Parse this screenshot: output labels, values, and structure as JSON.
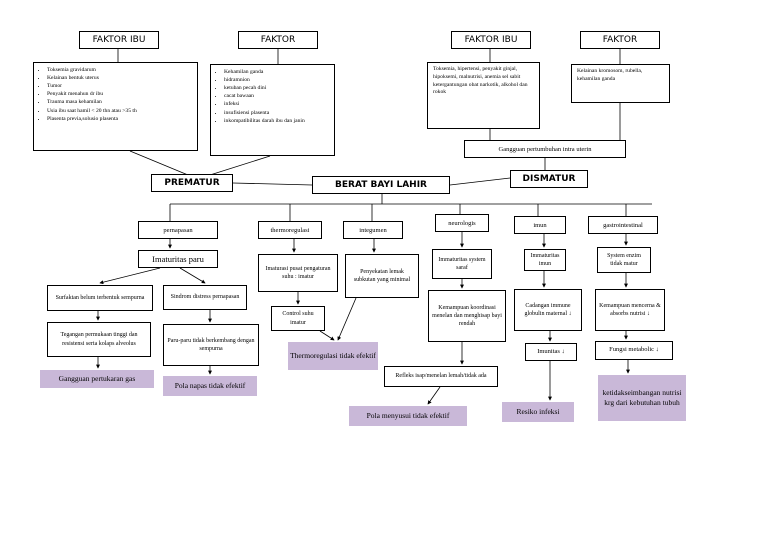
{
  "top": {
    "f1": "FAKTOR IBU",
    "f2": "FAKTOR",
    "f3": "FAKTOR IBU",
    "f4": "FAKTOR"
  },
  "list1": [
    "Toksemia gravidarum",
    "Kelainan bentuk uterus",
    "Tumor",
    "Penyakit menahun dr ibu",
    "Trauma masa kehamilan",
    "Usia ibu saat hamil < 20 thn atau >35 th",
    "Plasenta previa,solusio plasenta"
  ],
  "list2": [
    "Kehamilan ganda",
    "hidramnion",
    "ketuban pecah dini",
    "cacat bawaan",
    "infeksi",
    "insufisiensi plasenta",
    "inkompatibilitas darah ibu dan janin"
  ],
  "list3": "Toksemia, hipertensi, penyakit ginjal, hipoksemi, malnutrisi, anemia sel sabit ketergantungan obat narkotik, alkohol dan rokok",
  "list4": "Kelainan kromosom, rubella, kehamilan ganda",
  "gangguan": "Gangguan pertumbuhan intra uterin",
  "prematur": "PREMATUR",
  "center": "BERAT BAYI LAHIR",
  "dismatur": "DISMATUR",
  "cats": {
    "c1": "pernapasan",
    "c2": "thermoregulasi",
    "c3": "integumen",
    "c4": "neurologis",
    "c5": "imun",
    "c6": "gastrointestinal"
  },
  "nodes": {
    "imaturitas": "Imaturitas paru",
    "surfaktan": "Surfaktan belum terbentuk sempurna",
    "tegangan": "Tegangan permukaan tinggi dan resistensi serta kolaps alveolus",
    "sindrom": "Sindrom distress pernapasan",
    "paru": "Paru-paru tidak berkembang dengan sempurna",
    "imaturpusat": "Imaturasi pusat pengaturan suhu : imatur",
    "kontrol": "Control suhu imatur",
    "penyekatan": "Penyekatan lemak subkutan yang minimal",
    "imatursaraf": "Immaturitas system saraf",
    "kemampuan1": "Kemampuan koordinasi menelan dan menghisap bayi rendah",
    "imaturimun": "Immaturitas imun",
    "cadangan": "Cadangan immune globulin maternal ↓",
    "imunitas": "Imunitas ↓",
    "enzim": "System enzim tidak matur",
    "kemampuan2": "Kemampuan mencerna & absorbs nutrisi ↓",
    "fungsi": "Fungsi metabolic ↓",
    "refleks": "Refleks isap/menelan lemah/tidak ada"
  },
  "outcomes": {
    "o1": "Gangguan pertukaran gas",
    "o2": "Pola napas tidak efektif",
    "o3": "Thermoregulasi tidak efektif",
    "o4": "Pola menyusui tidak efektif",
    "o5": "Resiko infeksi",
    "o6": "ketidakseimbangan nutrisi krg dari kebutuhan tubuh"
  },
  "colors": {
    "outcome_fill": "#c9b8d8"
  }
}
